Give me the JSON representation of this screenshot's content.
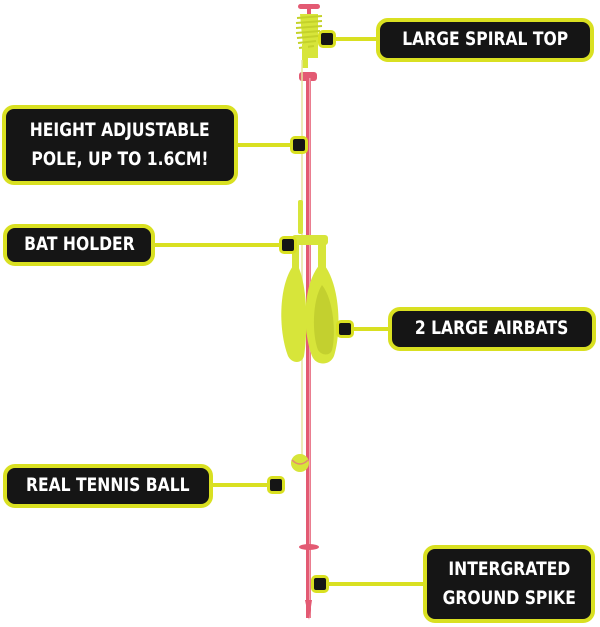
{
  "diagram": {
    "subject": "Swingball pole with accessories",
    "colors": {
      "label_background": "#151515",
      "label_border": "#d9e021",
      "label_text": "#ffffff",
      "pole": "#e35a73",
      "accessory_yellow": "#d7e53a"
    },
    "callouts": [
      {
        "id": "spiral-top",
        "lines": [
          "LARGE SPIRAL TOP"
        ]
      },
      {
        "id": "pole",
        "lines": [
          "HEIGHT ADJUSTABLE",
          "POLE, UP TO 1.6CM!"
        ]
      },
      {
        "id": "bat-holder",
        "lines": [
          "BAT HOLDER"
        ]
      },
      {
        "id": "airbats",
        "lines": [
          "2 LARGE AIRBATS"
        ]
      },
      {
        "id": "tennis-ball",
        "lines": [
          "REAL TENNIS BALL"
        ]
      },
      {
        "id": "ground-spike",
        "lines": [
          "INTERGRATED",
          "GROUND SPIKE"
        ]
      }
    ]
  }
}
